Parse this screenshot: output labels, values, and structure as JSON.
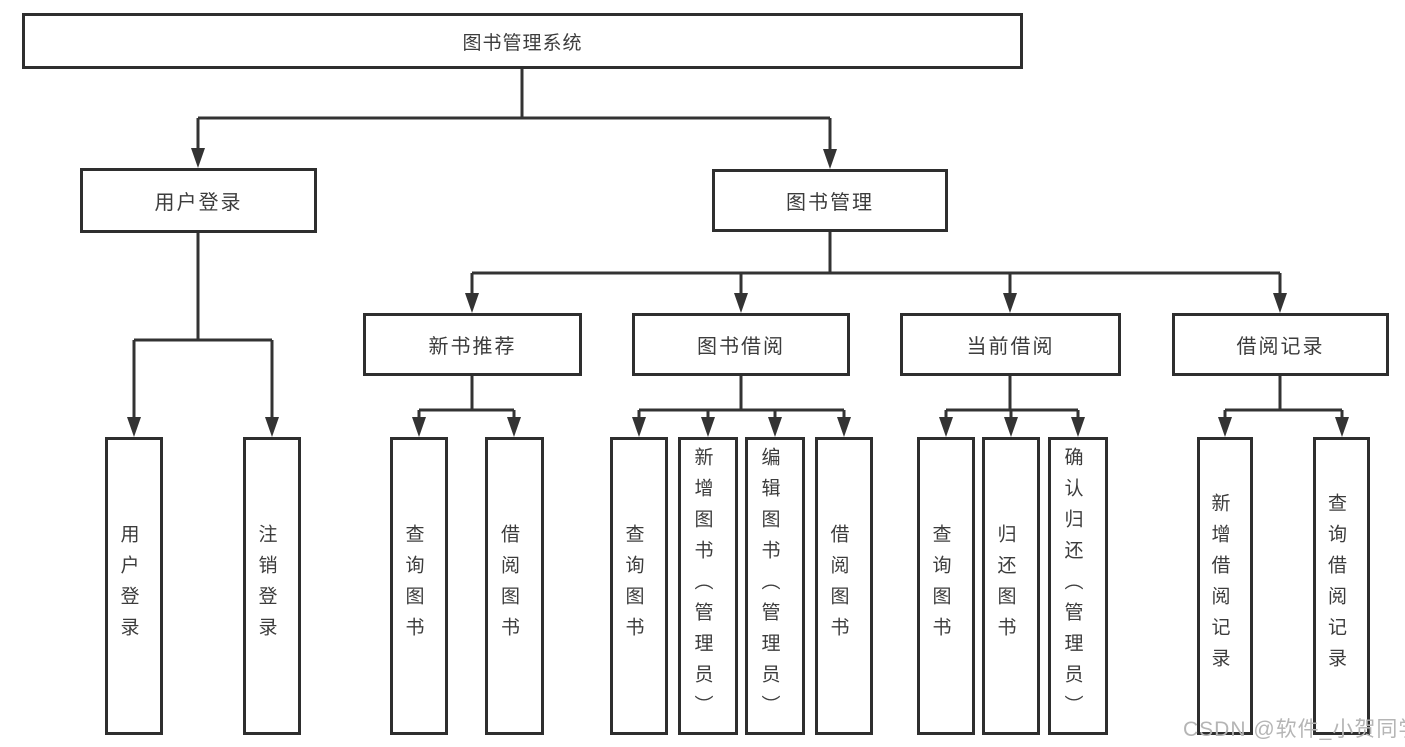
{
  "diagram": {
    "root": {
      "label": "图书管理系统"
    },
    "level2": [
      {
        "label": "用户登录"
      },
      {
        "label": "图书管理"
      }
    ],
    "level3": [
      {
        "label": "新书推荐",
        "parent": "图书管理"
      },
      {
        "label": "图书借阅",
        "parent": "图书管理"
      },
      {
        "label": "当前借阅",
        "parent": "图书管理"
      },
      {
        "label": "借阅记录",
        "parent": "图书管理"
      }
    ],
    "leaves": [
      {
        "label": "用户登录",
        "parent": "用户登录"
      },
      {
        "label": "注销登录",
        "parent": "用户登录"
      },
      {
        "label": "查询图书",
        "parent": "新书推荐"
      },
      {
        "label": "借阅图书",
        "parent": "新书推荐"
      },
      {
        "label": "查询图书",
        "parent": "图书借阅"
      },
      {
        "label": "新增图书（管理员）",
        "parent": "图书借阅"
      },
      {
        "label": "编辑图书（管理员）",
        "parent": "图书借阅"
      },
      {
        "label": "借阅图书",
        "parent": "图书借阅"
      },
      {
        "label": "查询图书",
        "parent": "当前借阅"
      },
      {
        "label": "归还图书",
        "parent": "当前借阅"
      },
      {
        "label": "确认归还（管理员）",
        "parent": "当前借阅"
      },
      {
        "label": "新增借阅记录",
        "parent": "借阅记录"
      },
      {
        "label": "查询借阅记录",
        "parent": "借阅记录"
      }
    ]
  },
  "watermark": {
    "text": "CSDN @软件_小贺同学"
  },
  "colors": {
    "line": "#333333",
    "border": "#2e2e2e",
    "text": "#3c3c3c",
    "watermark": "#b5b5b5",
    "background": "#ffffff"
  }
}
